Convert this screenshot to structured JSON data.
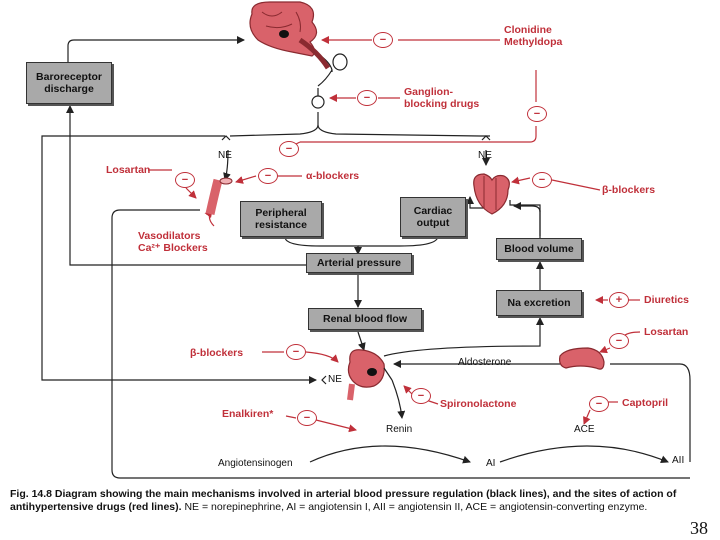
{
  "boxes": {
    "baroreceptor": "Baroreceptor\ndischarge",
    "peripheral": "Peripheral\nresistance",
    "cardiac": "Cardiac\noutput",
    "arterial": "Arterial pressure",
    "renal": "Renal blood flow",
    "blood_volume": "Blood volume",
    "na_excretion": "Na excretion"
  },
  "drugs": {
    "clonidine": "Clonidine\nMethyldopa",
    "ganglion": "Ganglion-\nblocking drugs",
    "losartan_top": "Losartan",
    "alpha_blockers": "α-blockers",
    "beta_blockers_heart": "β-blockers",
    "vasodilators": "Vasodilators\nCa²⁺ Blockers",
    "diuretics": "Diuretics",
    "losartan_adrenal": "Losartan",
    "beta_blockers_kidney": "β-blockers",
    "spironolactone": "Spironolactone",
    "enalkiren": "Enalkiren*",
    "captopril": "Captopril"
  },
  "labels": {
    "ne_left": "NE",
    "ne_right": "NE",
    "ne_kidney": "NE",
    "aldosterone": "Aldosterone",
    "renin": "Renin",
    "ace": "ACE",
    "angiotensinogen": "Angiotensinogen",
    "ai": "AI",
    "aii": "AII"
  },
  "signs": {
    "minus": "−",
    "plus": "+"
  },
  "caption": {
    "bold": "Fig. 14.8   Diagram showing the main mechanisms involved in arterial blood pressure regulation (black lines), and the sites of action of antihypertensive drugs (red lines).",
    "rest": " NE = norepinephrine, AI = angiotensin I, AII = angiotensin II, ACE = angiotensin-converting enzyme."
  },
  "page_number": "38",
  "colors": {
    "drug_red": "#c0303a",
    "box_gray": "#a9a9a9",
    "organ_red": "#d9626a",
    "line_black": "#222222"
  }
}
